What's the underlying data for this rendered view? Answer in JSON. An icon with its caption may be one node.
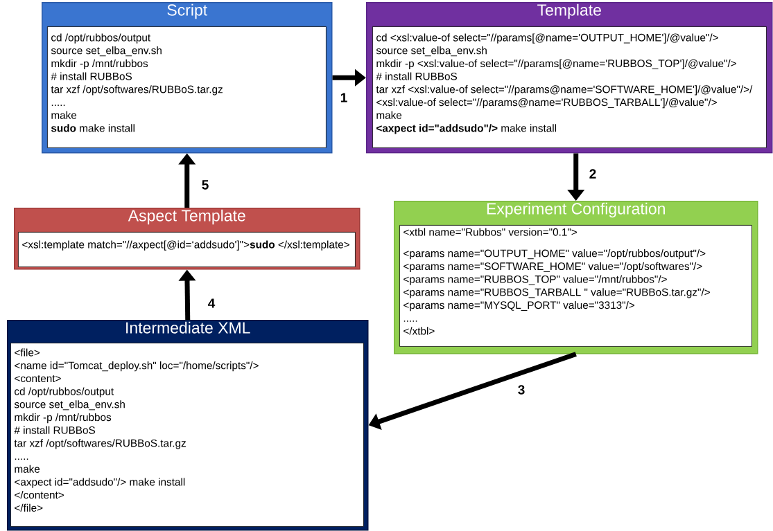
{
  "diagram": {
    "nodes": [
      {
        "text": [
          "Script"
        ]
      },
      {
        "text": [
          "cd /opt/rubbos/output",
          "source set_elba_env.sh",
          "mkdir -p /mnt/rubbos",
          "# install RUBBoS",
          "tar xzf /opt/softwares/RUBBoS.tar.gz",
          ".....",
          "make",
          "**sudo** make install"
        ],
        "in": 0
      },
      {
        "text": [
          "Template"
        ]
      },
      {
        "text": [
          "cd <xsl:value-of select=\"//params[@name='OUTPUT_HOME']/@value\"/>",
          "source set_elba_env.sh",
          "mkdir -p <xsl:value-of select=\"//params[@name='RUBBOS_TOP']/@value\"/>",
          "# install RUBBoS",
          "tar xzf <xsl:value-of select=\"//params@name='SOFTWARE_HOME']/@value\"/>/",
          "<xsl:value-of select=\"//params@name='RUBBOS_TARBALL']/@value\"/>",
          "make",
          "**<axpect id=\"addsudo\"/>** make install"
        ],
        "in": 2
      },
      {
        "text": [
          "Experiment Configuration"
        ]
      },
      {
        "text": [
          "<xtbl name=\"Rubbos\" version=\"0.1\">",
          "<params name=\"OUTPUT_HOME\" value=\"/opt/rubbos/output\"/>",
          "<params name=\"SOFTWARE_HOME\" value=\"/opt/softwares\"/>",
          "<params name=\"RUBBOS_TOP\" value=\"/mnt/rubbos\"/>",
          "<params name=\"RUBBOS_TARBALL \" value=\"RUBBoS.tar.gz\"/>",
          "<params name=\"MYSQL_PORT\" value=\"3313\"/>",
          ".....",
          "</xtbl>"
        ],
        "in": 4
      },
      {
        "text": [
          "Aspect Template"
        ]
      },
      {
        "text": [
          "<xsl:template match=\"//axpect[@id=‘addsudo']\">**sudo** </xsl:template>"
        ],
        "in": 6
      },
      {
        "text": [
          "Intermediate XML"
        ]
      },
      {
        "text": [
          "<file>",
          "<name id=\"Tomcat_deploy.sh\" loc=\"/home/scripts\"/>",
          "<content>",
          "cd /opt/rubbos/output",
          "source set_elba_env.sh",
          "mkdir -p /mnt/rubbos",
          "# install RUBBoS",
          "tar xzf /opt/softwares/RUBBoS.tar.gz",
          ".....",
          "make",
          "<axpect id=\"addsudo\"/> make install",
          "</content>",
          "</file>"
        ],
        "in": 8
      }
    ],
    "edges": [
      {
        "from": 0,
        "to": 2,
        "arrow": "to",
        "label": "1"
      },
      {
        "from": 2,
        "to": 4,
        "arrow": "to",
        "label": "2"
      },
      {
        "from": 4,
        "to": 8,
        "arrow": "to",
        "label": "3"
      },
      {
        "from": 8,
        "to": 6,
        "arrow": "to",
        "label": "4"
      },
      {
        "from": 6,
        "to": 0,
        "arrow": "to",
        "label": "5"
      }
    ]
  }
}
